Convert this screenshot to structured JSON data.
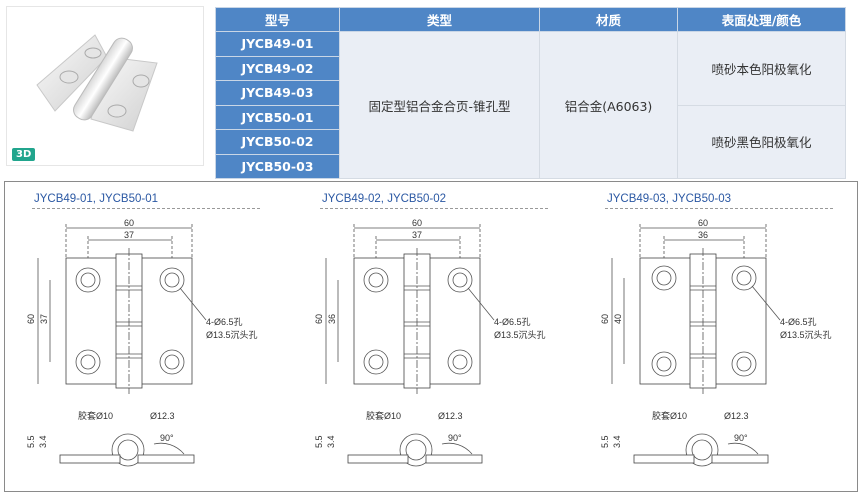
{
  "badge": "3D",
  "table": {
    "headers": [
      "型号",
      "类型",
      "材质",
      "表面处理/颜色"
    ],
    "codes": [
      "JYCB49-01",
      "JYCB49-02",
      "JYCB49-03",
      "JYCB50-01",
      "JYCB50-02",
      "JYCB50-03"
    ],
    "type": "固定型铝合金合页-锥孔型",
    "material": "铝合金(A6063)",
    "finish": [
      "喷砂本色阳极氧化",
      "喷砂黑色阳极氧化"
    ]
  },
  "drawings": [
    {
      "title": "JYCB49-01, JYCB50-01",
      "overall": "60",
      "pitch_h": "37",
      "height": "60",
      "pitch_v": "37",
      "hole": "4-Ø6.5孔",
      "counterbore": "Ø13.5沉头孔",
      "bush": "胶套Ø10",
      "dia": "Ø12.3",
      "angle": "90°",
      "t1": "5.5",
      "t2": "3.4"
    },
    {
      "title": "JYCB49-02, JYCB50-02",
      "overall": "60",
      "pitch_h": "37",
      "height": "60",
      "pitch_v": "36",
      "hole": "4-Ø6.5孔",
      "counterbore": "Ø13.5沉头孔",
      "bush": "胶套Ø10",
      "dia": "Ø12.3",
      "angle": "90°",
      "t1": "5.5",
      "t2": "3.4"
    },
    {
      "title": "JYCB49-03, JYCB50-03",
      "overall": "60",
      "pitch_h": "36",
      "height": "60",
      "pitch_v": "40",
      "hole": "4-Ø6.5孔",
      "counterbore": "Ø13.5沉头孔",
      "bush": "胶套Ø10",
      "dia": "Ø12.3",
      "angle": "90°",
      "t1": "5.5",
      "t2": "3.4"
    }
  ]
}
